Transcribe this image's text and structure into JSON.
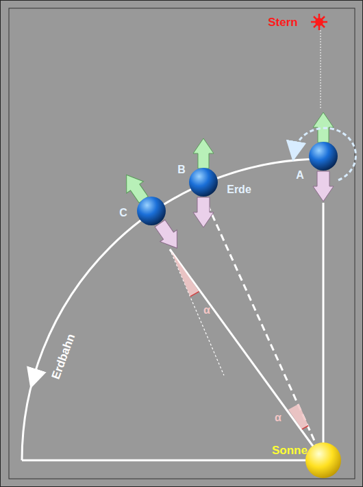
{
  "diagram": {
    "labels": [
      "Stern",
      "A",
      "B",
      "Erde",
      "C",
      "α",
      "α",
      "Erdbahn",
      "Sonne"
    ]
  }
}
